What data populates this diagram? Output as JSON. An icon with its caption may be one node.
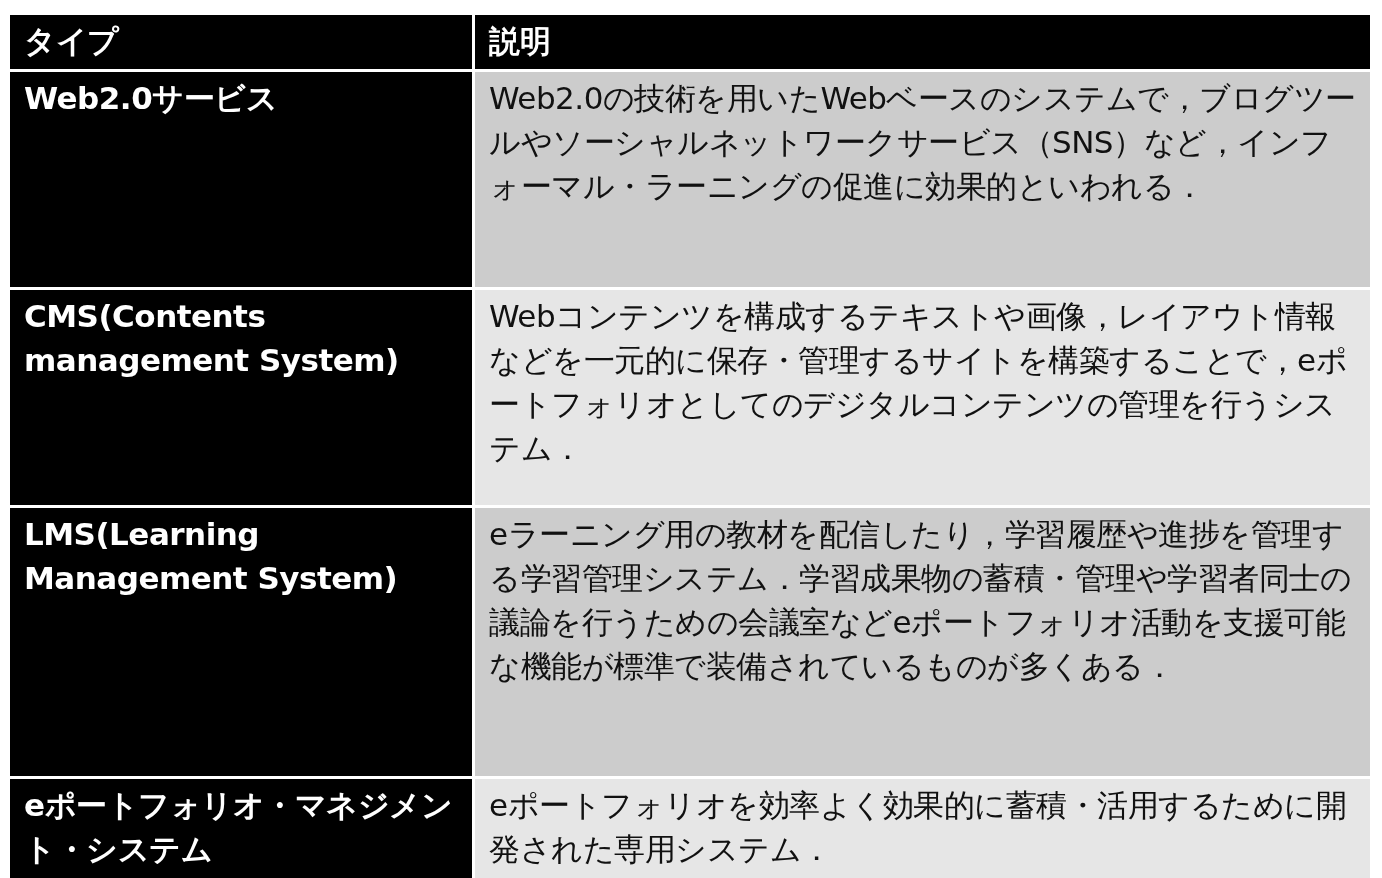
{
  "diagram": {
    "labels": [
      "タイプ",
      "説明",
      "Web2.0サービス",
      "Web2.0の技術を用いたWebベースのシステムで，ブログツールやソーシャルネットワークサービス（SNS）など，インフォーマル・ラーニングの促進に効果的といわれる．",
      "CMS(Contents management System)",
      "Webコンテンツを構成するテキストや画像，レイアウト情報などを一元的に保存・管理するサイトを構築することで，eポートフォリオとしてのデジタルコンテンツの管理を行うシステム．",
      "LMS(Learning Management System)",
      "eラーニング用の教材を配信したり，学習履歴や進捗を管理する学習管理システム．学習成果物の蓄積・管理や学習者同士の議論を行うための会議室などeポートフォリオ活動を支援可能な機能が標準で装備されているものが多くある．",
      "eポートフォリオ・マネジメント・システム",
      "eポートフォリオを効率よく効果的に蓄積・活用するために開発された専用システム．"
    ]
  }
}
